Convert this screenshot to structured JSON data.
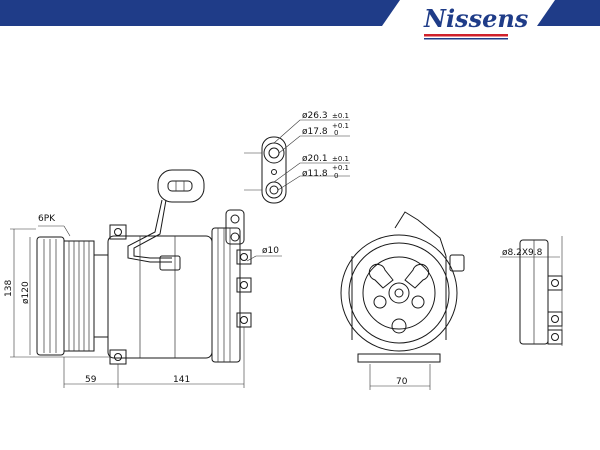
{
  "brand": {
    "name": "Nissens",
    "colors": {
      "blue": "#1f3c88",
      "red": "#d0212b"
    }
  },
  "dimensions": {
    "belt_label": "6PK",
    "height_138": "138",
    "pulley_dia": "ø120",
    "length_59": "59",
    "length_141": "141",
    "mount_dia": "ø10",
    "depth_70": "70",
    "slot": "ø8.2X9.8",
    "port_outer_a": "ø26.3",
    "port_outer_a_tol": "±0.1",
    "port_inner_a": "ø17.8",
    "port_inner_a_tol_top": "+0.1",
    "port_inner_a_tol_bot": "0",
    "port_outer_b": "ø20.1",
    "port_outer_b_tol": "±0.1",
    "port_inner_b": "ø11.8",
    "port_inner_b_tol_top": "+0.1",
    "port_inner_b_tol_bot": "0"
  }
}
